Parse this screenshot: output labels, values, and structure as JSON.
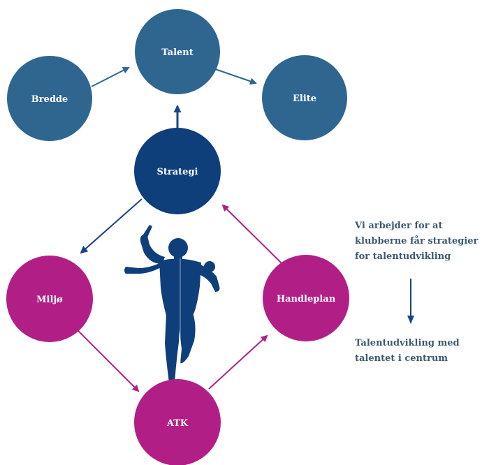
{
  "colors": {
    "blue_node": "#2e6690",
    "dark_blue_node": "#0e3f7a",
    "magenta_node": "#b11f86",
    "blue_arrow": "#2e6690",
    "dark_blue_arrow": "#16448a",
    "magenta_arrow": "#b11f86",
    "silhouette": "#0e3f7a",
    "side_text": "#3d5a6e"
  },
  "nodes": {
    "talent": "Talent",
    "bredde": "Bredde",
    "elite": "Elite",
    "strategi": "Strategi",
    "miljo": "Miljø",
    "handleplan": "Handleplan",
    "atk": "ATK"
  },
  "side": {
    "top_lines": [
      "Vi arbejder for at",
      "klubberne får strategier",
      "for talentudvikling"
    ],
    "bottom_lines": [
      "Talentudvikling med",
      "talentet i centrum"
    ]
  },
  "icons": {
    "figure": "runner-silhouette-icon"
  }
}
